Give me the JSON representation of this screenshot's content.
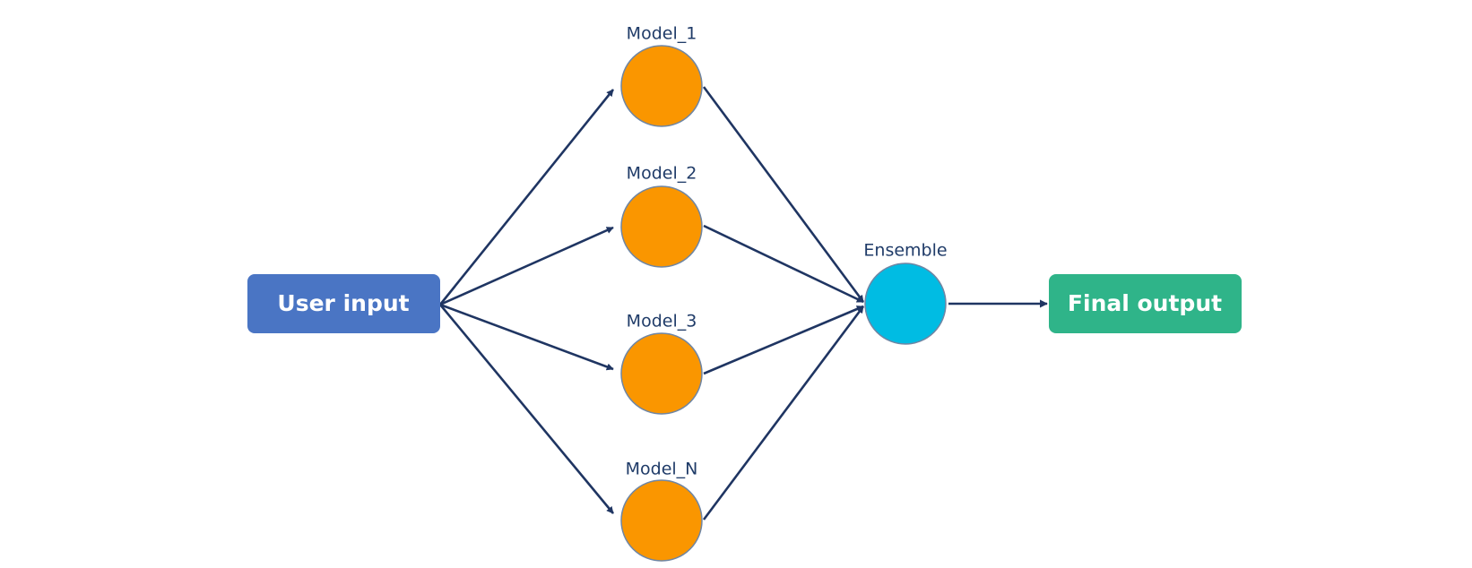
{
  "diagram": {
    "input": {
      "label": "User input",
      "color": "#4a75c4"
    },
    "models": [
      {
        "label": "Model_1"
      },
      {
        "label": "Model_2"
      },
      {
        "label": "Model_3"
      },
      {
        "label": "Model_N"
      }
    ],
    "model_color": "#fa9600",
    "ensemble": {
      "label": "Ensemble",
      "color": "#00bce3"
    },
    "output": {
      "label": "Final output",
      "color": "#2fb489"
    },
    "edge_color": "#1f3562",
    "node_outline_color": "#6f86a4"
  }
}
